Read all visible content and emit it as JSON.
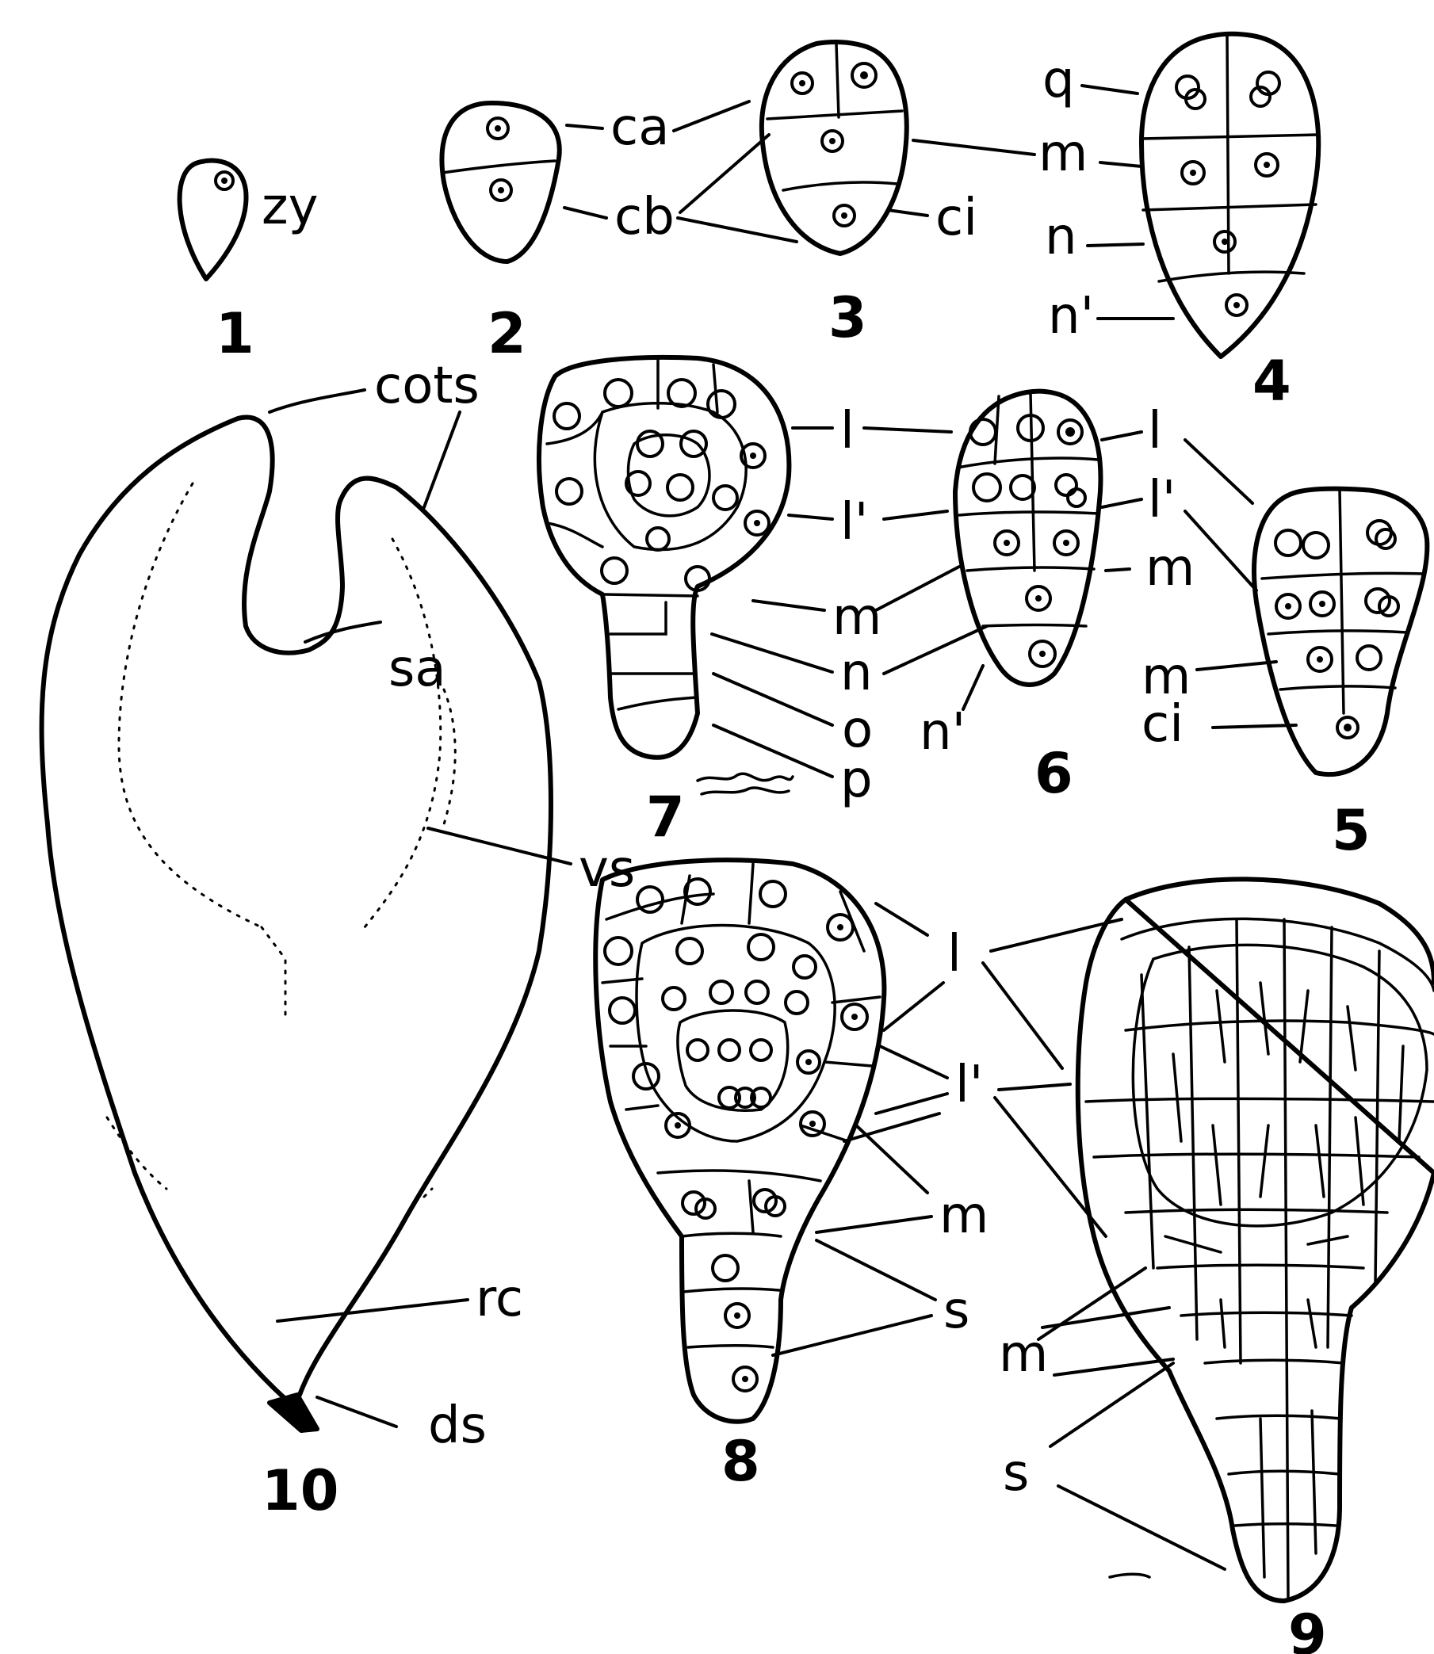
{
  "figure_numbers": [
    "1",
    "2",
    "3",
    "4",
    "5",
    "6",
    "7",
    "8",
    "9",
    "10"
  ],
  "labels": {
    "zy": "zy",
    "ca": "ca",
    "cb": "cb",
    "ci": "ci",
    "q": "q",
    "m": "m",
    "n": "n",
    "n_prime": "n'",
    "l": "l",
    "l_prime": "l'",
    "o": "o",
    "p": "p",
    "s": "s",
    "cots": "cots",
    "sa": "sa",
    "vs": "vs",
    "rc": "rc",
    "ds": "ds"
  }
}
